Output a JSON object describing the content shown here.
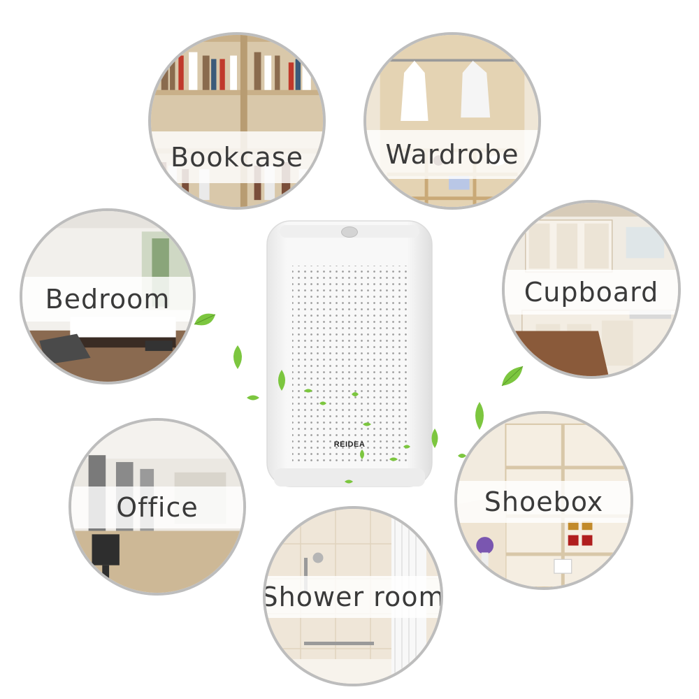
{
  "scenes": {
    "bookcase": "Bookcase",
    "wardrobe": "Wardrobe",
    "bedroom": "Bedroom",
    "cupboard": "Cupboard",
    "office": "Office",
    "shoebox": "Shoebox",
    "shower": "Shower room"
  },
  "product": {
    "brand": "REIDEA"
  },
  "colors": {
    "ring": "#bdbdbd",
    "leaf": "#7cc63f",
    "label_text": "#3a3a3a",
    "device_body": "#f6f6f6"
  }
}
